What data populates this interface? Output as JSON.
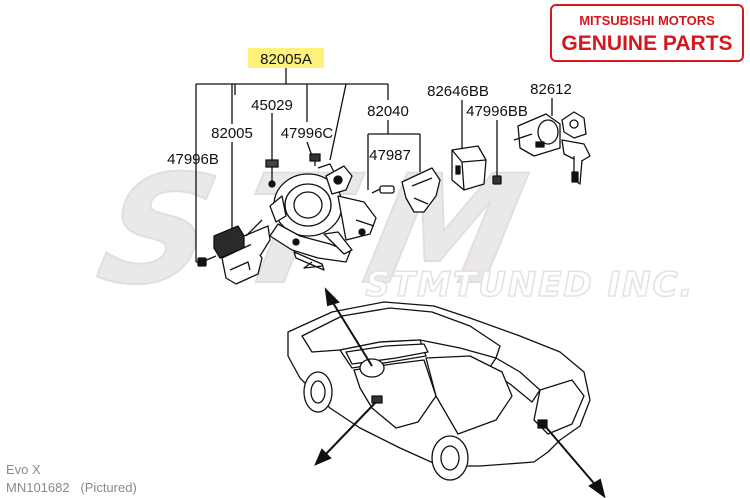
{
  "badge": {
    "line1": "MITSUBISHI MOTORS",
    "line2": "GENUINE PARTS",
    "color": "#d3181f"
  },
  "watermark": {
    "big": "STM",
    "small": "STMTUNED INC.",
    "color": "#e9e6e6"
  },
  "callouts": {
    "assembly": "82005A",
    "c45029": "45029",
    "c82005": "82005",
    "c47996C": "47996C",
    "c47996B": "47996B",
    "c82040": "82040",
    "c47987": "47987",
    "c82646BB": "82646BB",
    "c47996BB": "47996BB",
    "c82612": "82612"
  },
  "highlight_color": "#fff27a",
  "caption": {
    "model": "Evo X",
    "part": "MN101682   (Pictured)"
  }
}
